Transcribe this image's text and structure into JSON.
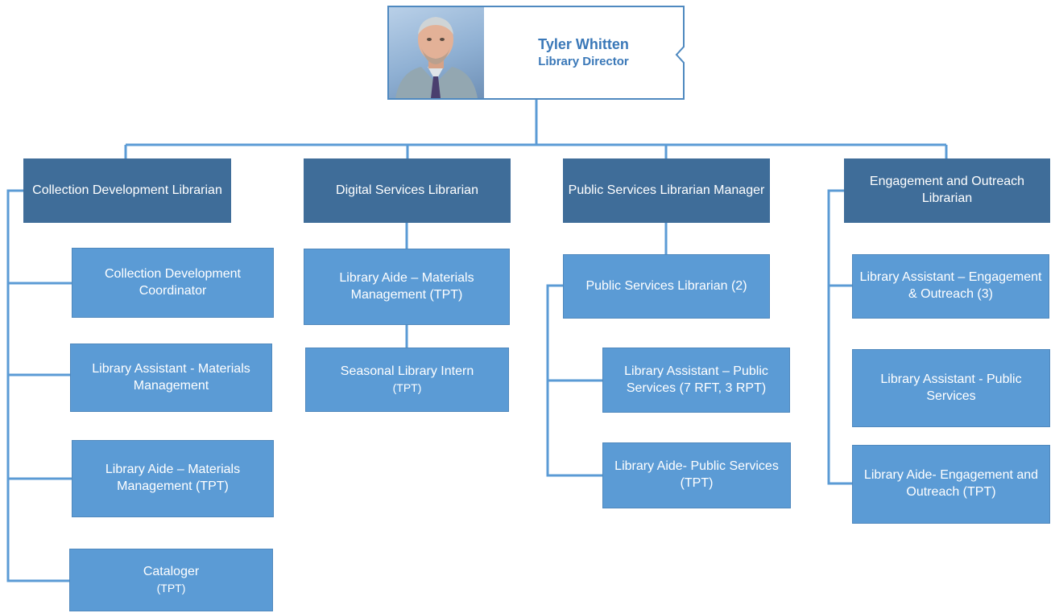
{
  "director": {
    "name": "Tyler Whitten",
    "title": "Library Director",
    "photo_icon": "person-portrait-icon"
  },
  "departments": [
    {
      "head": "Collection Development Librarian",
      "staff": [
        {
          "label": "Collection Development Coordinator",
          "note": ""
        },
        {
          "label": "Library Assistant - Materials Management",
          "note": ""
        },
        {
          "label": "Library Aide – Materials Management (TPT)",
          "note": ""
        },
        {
          "label": "Cataloger",
          "note": "(TPT)"
        }
      ]
    },
    {
      "head": "Digital Services Librarian",
      "staff": [
        {
          "label": "Library Aide – Materials Management (TPT)",
          "note": ""
        },
        {
          "label": "Seasonal Library Intern",
          "note": "(TPT)"
        }
      ]
    },
    {
      "head": "Public Services Librarian Manager",
      "staff": [
        {
          "label": "Public Services Librarian (2)",
          "note": ""
        },
        {
          "label": "Library Assistant – Public Services (7 RFT, 3 RPT)",
          "note": ""
        },
        {
          "label": "Library Aide- Public Services (TPT)",
          "note": ""
        }
      ]
    },
    {
      "head": "Engagement and Outreach Librarian",
      "staff": [
        {
          "label": "Library Assistant – Engagement & Outreach (3)",
          "note": ""
        },
        {
          "label": "Library Assistant - Public Services",
          "note": ""
        },
        {
          "label": "Library Aide- Engagement and Outreach (TPT)",
          "note": ""
        }
      ]
    }
  ],
  "colors": {
    "head_fill": "#3f6d99",
    "staff_fill": "#5b9bd5",
    "connector": "#5b9bd5",
    "director_text": "#3a78b8"
  }
}
